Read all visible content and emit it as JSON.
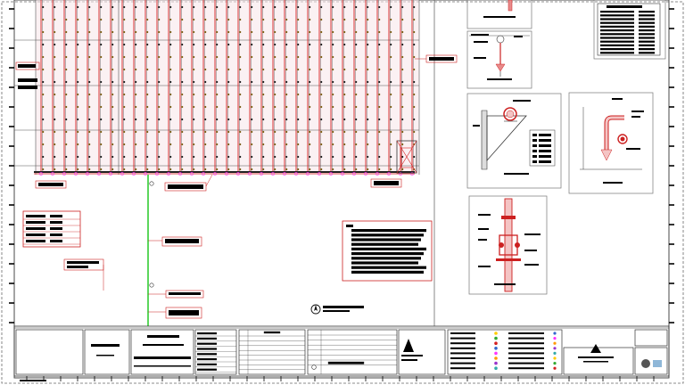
{
  "drawing": {
    "type": "sprinkler piping layout sheet (CAD)",
    "background": "#ffffff",
    "colors": {
      "border": "#3a3a3a",
      "pipe_red": "#d42020",
      "pipe_green": "#33cc33",
      "callout_red": "#cc2020",
      "hatch_black": "#000000",
      "magenta": "#ff33ff",
      "detail_pink": "#e88a8a"
    },
    "plan": {
      "branch_lines": 33,
      "sprinkler_heads_per_line": 14
    },
    "details": [
      {
        "name": "detail-top-a"
      },
      {
        "name": "detail-hanger"
      },
      {
        "name": "detail-bracket"
      },
      {
        "name": "detail-riser-elbow"
      },
      {
        "name": "detail-riser-valve"
      }
    ],
    "legend_block": {
      "rows": 12
    },
    "notes_block": {
      "lines": 10
    },
    "title_block": {
      "cells": [
        "info",
        "logo",
        "project",
        "sheet-info",
        "revisions",
        "client",
        "stamp",
        "legend",
        "company",
        "seal"
      ]
    }
  }
}
